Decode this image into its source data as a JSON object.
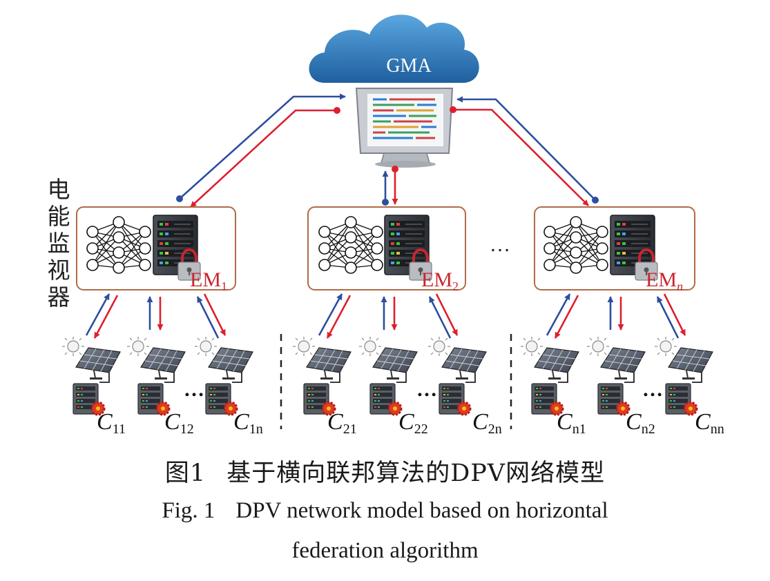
{
  "cloud": {
    "label": "GMA"
  },
  "side_label": {
    "chars": [
      "电",
      "能",
      "监",
      "视",
      "器"
    ]
  },
  "monitors": [
    {
      "label_main": "EM",
      "label_sub": "1"
    },
    {
      "label_main": "EM",
      "label_sub": "2"
    },
    {
      "label_main": "EM",
      "label_sub": "n"
    }
  ],
  "ellipsis": "…",
  "clients": [
    {
      "main": "C",
      "sub": "11"
    },
    {
      "main": "C",
      "sub": "12"
    },
    {
      "main": "C",
      "sub": "1n"
    },
    {
      "main": "C",
      "sub": "21"
    },
    {
      "main": "C",
      "sub": "22"
    },
    {
      "main": "C",
      "sub": "2n"
    },
    {
      "main": "C",
      "sub": "n1"
    },
    {
      "main": "C",
      "sub": "n2"
    },
    {
      "main": "C",
      "sub": "nn"
    }
  ],
  "client_dots": "…",
  "caption": {
    "zh_num": "图1",
    "zh_text": "基于横向联邦算法的DPV网络模型",
    "en_num": "Fig. 1",
    "en_line1": "DPV network model based on horizontal",
    "en_line2": "federation algorithm"
  },
  "colors": {
    "blue_arrow": "#2c4e9e",
    "red_arrow": "#dd1f2e",
    "box_border": "#b06a45",
    "label_red": "#c8252f",
    "cloud": "#2f7cc0"
  }
}
